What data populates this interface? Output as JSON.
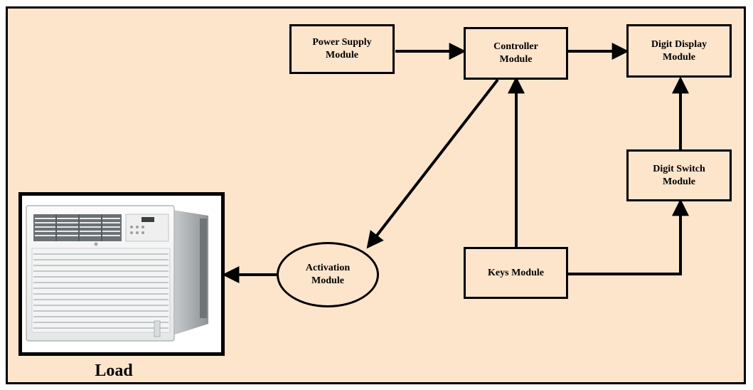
{
  "diagram": {
    "modules": {
      "power_supply": "Power Supply\nModule",
      "controller": "Controller\nModule",
      "digit_display": "Digit Display\nModule",
      "digit_switch": "Digit Switch\nModule",
      "keys": "Keys Module",
      "activation": "Activation\nModule"
    },
    "load_label": "Load",
    "load_image": "air-conditioner-unit",
    "colors": {
      "background": "#fde5cc",
      "stroke": "#000000"
    }
  }
}
